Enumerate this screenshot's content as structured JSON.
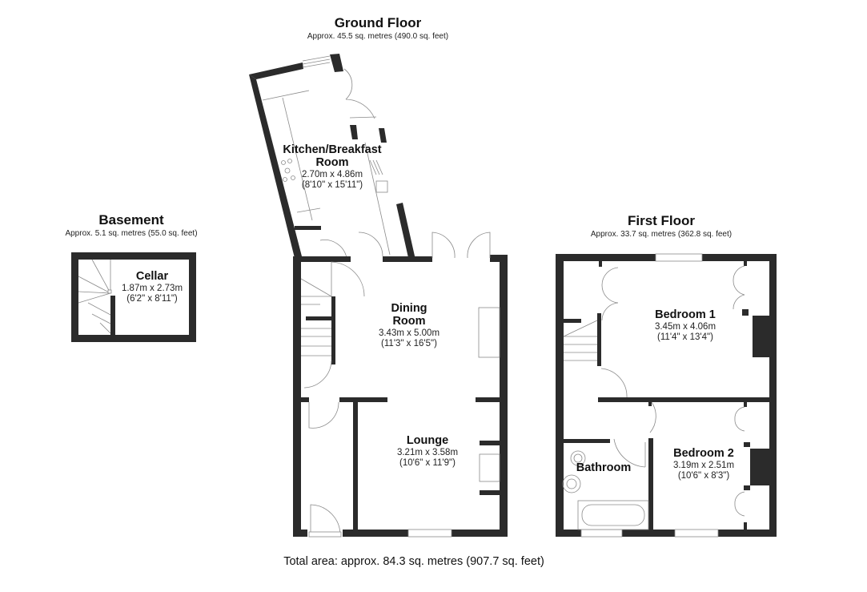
{
  "floors": {
    "ground": {
      "title": "Ground Floor",
      "area": "Approx. 45.5 sq. metres (490.0 sq. feet)"
    },
    "basement": {
      "title": "Basement",
      "area": "Approx. 5.1 sq. metres (55.0 sq. feet)"
    },
    "first": {
      "title": "First Floor",
      "area": "Approx. 33.7 sq. metres (362.8 sq. feet)"
    }
  },
  "rooms": {
    "kitchen": {
      "name_line1": "Kitchen/Breakfast",
      "name_line2": "Room",
      "metric": "2.70m x 4.86m",
      "imperial": "(8'10\" x 15'11\")"
    },
    "cellar": {
      "name": "Cellar",
      "metric": "1.87m x 2.73m",
      "imperial": "(6'2\" x 8'11\")"
    },
    "dining": {
      "name_line1": "Dining",
      "name_line2": "Room",
      "metric": "3.43m x 5.00m",
      "imperial": "(11'3\" x 16'5\")"
    },
    "lounge": {
      "name": "Lounge",
      "metric": "3.21m x 3.58m",
      "imperial": "(10'6\" x 11'9\")"
    },
    "bedroom1": {
      "name": "Bedroom 1",
      "metric": "3.45m x 4.06m",
      "imperial": "(11'4\" x 13'4\")"
    },
    "bedroom2": {
      "name": "Bedroom 2",
      "metric": "3.19m x 2.51m",
      "imperial": "(10'6\" x 8'3\")"
    },
    "bathroom": {
      "name": "Bathroom"
    }
  },
  "total_area": "Total area: approx. 84.3 sq. metres (907.7 sq. feet)",
  "colors": {
    "wall": "#2b2b2b",
    "fixture_line": "#8a8a8a",
    "background": "#ffffff"
  }
}
